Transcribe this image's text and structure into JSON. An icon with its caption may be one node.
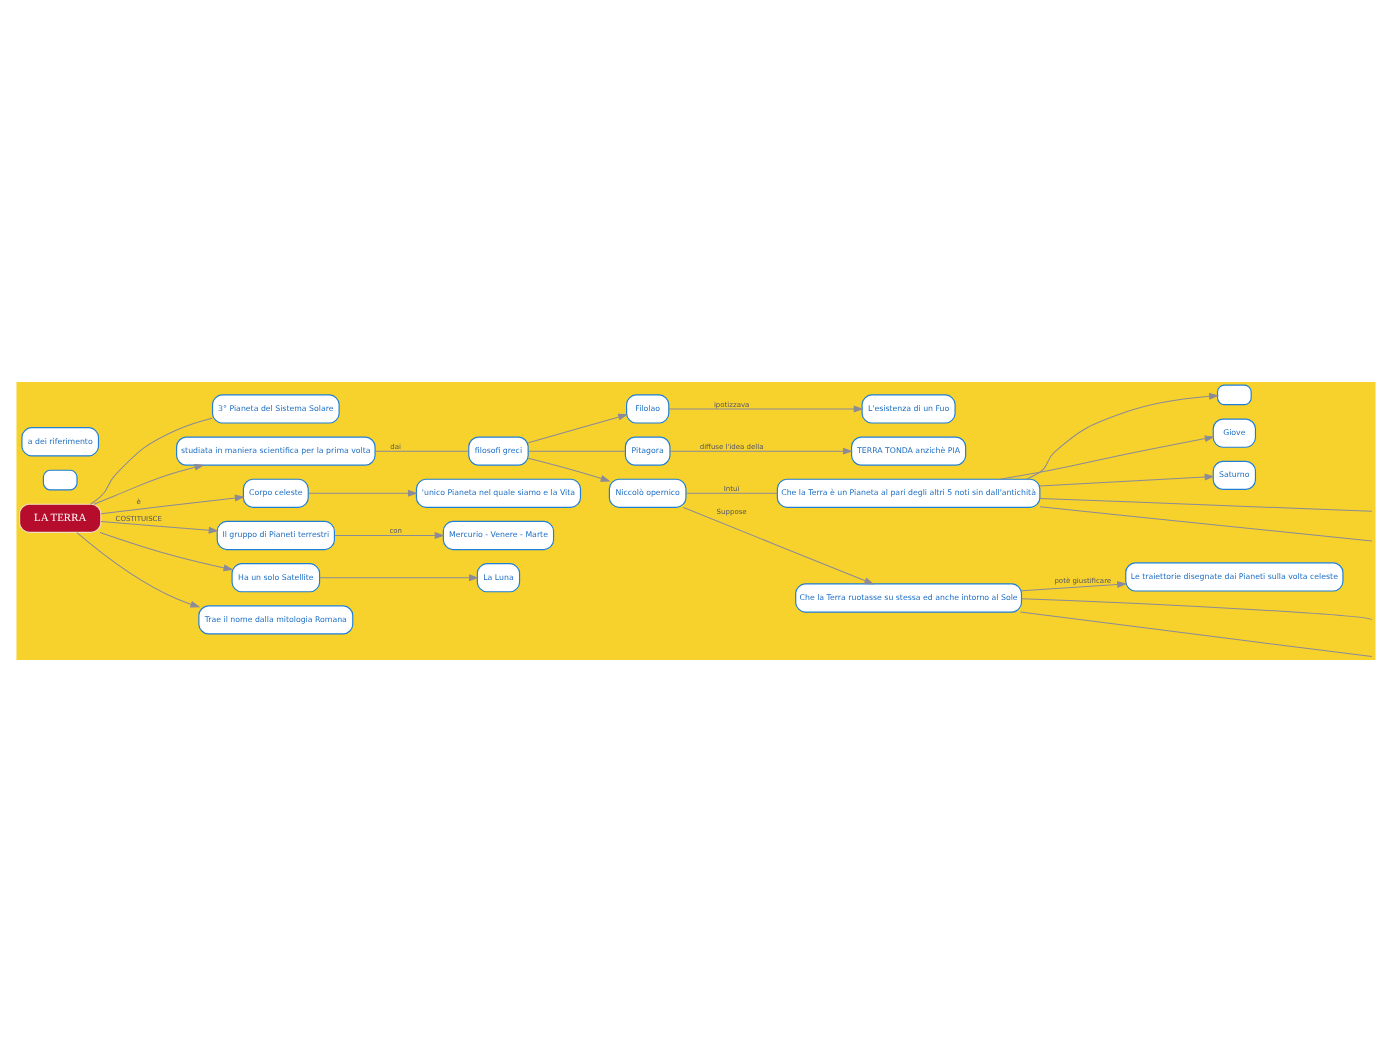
{
  "diagram": {
    "nodes": [
      {
        "text": [
          "Che la Terra è un Pianeta al pari degli altri 5 noti sin dall'antichità"
        ]
      },
      {
        "text": [],
        "shape": "box"
      },
      {
        "text": [
          "Giove"
        ]
      },
      {
        "text": [
          "Saturno"
        ]
      },
      {
        "text": [
          "Filolao"
        ]
      },
      {
        "text": [
          "L'esistenza di un Fuo"
        ]
      },
      {
        "text": [
          "filosofi greci"
        ]
      },
      {
        "text": [
          "Pitagora"
        ]
      },
      {
        "text": [
          "Niccolò opernico"
        ]
      },
      {
        "text": [
          "Che la Terra ruotasse su stessa ed anche intorno al Sole"
        ]
      },
      {
        "text": [
          "3° Pianeta del Sistema Solare"
        ]
      },
      {
        "text": [
          "studiata in maniera scientifica per la prima volta"
        ]
      },
      {
        "text": [
          "Le traiettorie disegnate dai Pianeti sulla volta celeste"
        ]
      },
      {
        "text": [
          "'unico Pianeta nel quale siamo e la Vita"
        ]
      },
      {
        "text": [
          "Corpo celeste"
        ]
      },
      {
        "text": [
          "LA TERRA"
        ]
      },
      {
        "text": [
          "Il gruppo di Pianeti terrestri"
        ]
      },
      {
        "text": [
          "TERRA TONDA anzichè PIA"
        ]
      },
      {
        "text": [],
        "shape": "box"
      },
      {
        "text": [
          "Mercurio - Venere - Marte"
        ]
      },
      {
        "text": [
          "Ha un solo Satellite"
        ]
      },
      {
        "text": [
          "Trae il nome dalla mitologia Romana"
        ]
      },
      {
        "text": [
          "a dei riferimento"
        ]
      },
      {
        "text": [
          "La Luna"
        ]
      }
    ],
    "edges": [
      {
        "from": 15,
        "to": 10,
        "arrow": "none"
      },
      {
        "from": 15,
        "to": 11,
        "arrow": "to"
      },
      {
        "from": 15,
        "to": 16,
        "arrow": "to",
        "label": "COSTITUISCE"
      },
      {
        "from": 15,
        "to": 14,
        "arrow": "to",
        "label": "è"
      },
      {
        "from": 15,
        "to": 21,
        "arrow": "to"
      },
      {
        "from": 15,
        "to": 20,
        "arrow": "to"
      },
      {
        "from": 20,
        "to": 23,
        "arrow": "to"
      },
      {
        "from": 14,
        "to": 13,
        "arrow": "to"
      },
      {
        "from": 11,
        "to": 6,
        "arrow": "none",
        "label": "dai"
      },
      {
        "from": 6,
        "to": 4,
        "arrow": "to"
      },
      {
        "from": 6,
        "to": 8,
        "arrow": "to"
      },
      {
        "from": 6,
        "to": 7,
        "arrow": "none"
      },
      {
        "from": 7,
        "to": 17,
        "arrow": "to",
        "label": "diffuse l'idea della"
      },
      {
        "from": 4,
        "to": 5,
        "arrow": "to",
        "label": "ipotizzava"
      },
      {
        "from": 8,
        "to": 9,
        "arrow": "to",
        "label": "Suppose"
      },
      {
        "from": 8,
        "to": 0,
        "arrow": "none",
        "label": "Intuì"
      },
      {
        "from": 0,
        "to": 2,
        "arrow": "to"
      },
      {
        "from": 0,
        "to": 3,
        "arrow": "to"
      },
      {
        "from": 0,
        "to": 1,
        "arrow": "to"
      },
      {
        "from": 0,
        "to": null,
        "arrow": "none"
      },
      {
        "from": 0,
        "to": null,
        "arrow": "none"
      },
      {
        "from": 9,
        "to": 12,
        "arrow": "to",
        "label": "potè giustificare"
      },
      {
        "from": null,
        "to": 9,
        "arrow": "none"
      },
      {
        "from": 9,
        "to": null,
        "arrow": "none"
      },
      {
        "from": 16,
        "to": 19,
        "arrow": "to",
        "label": "con"
      }
    ]
  }
}
